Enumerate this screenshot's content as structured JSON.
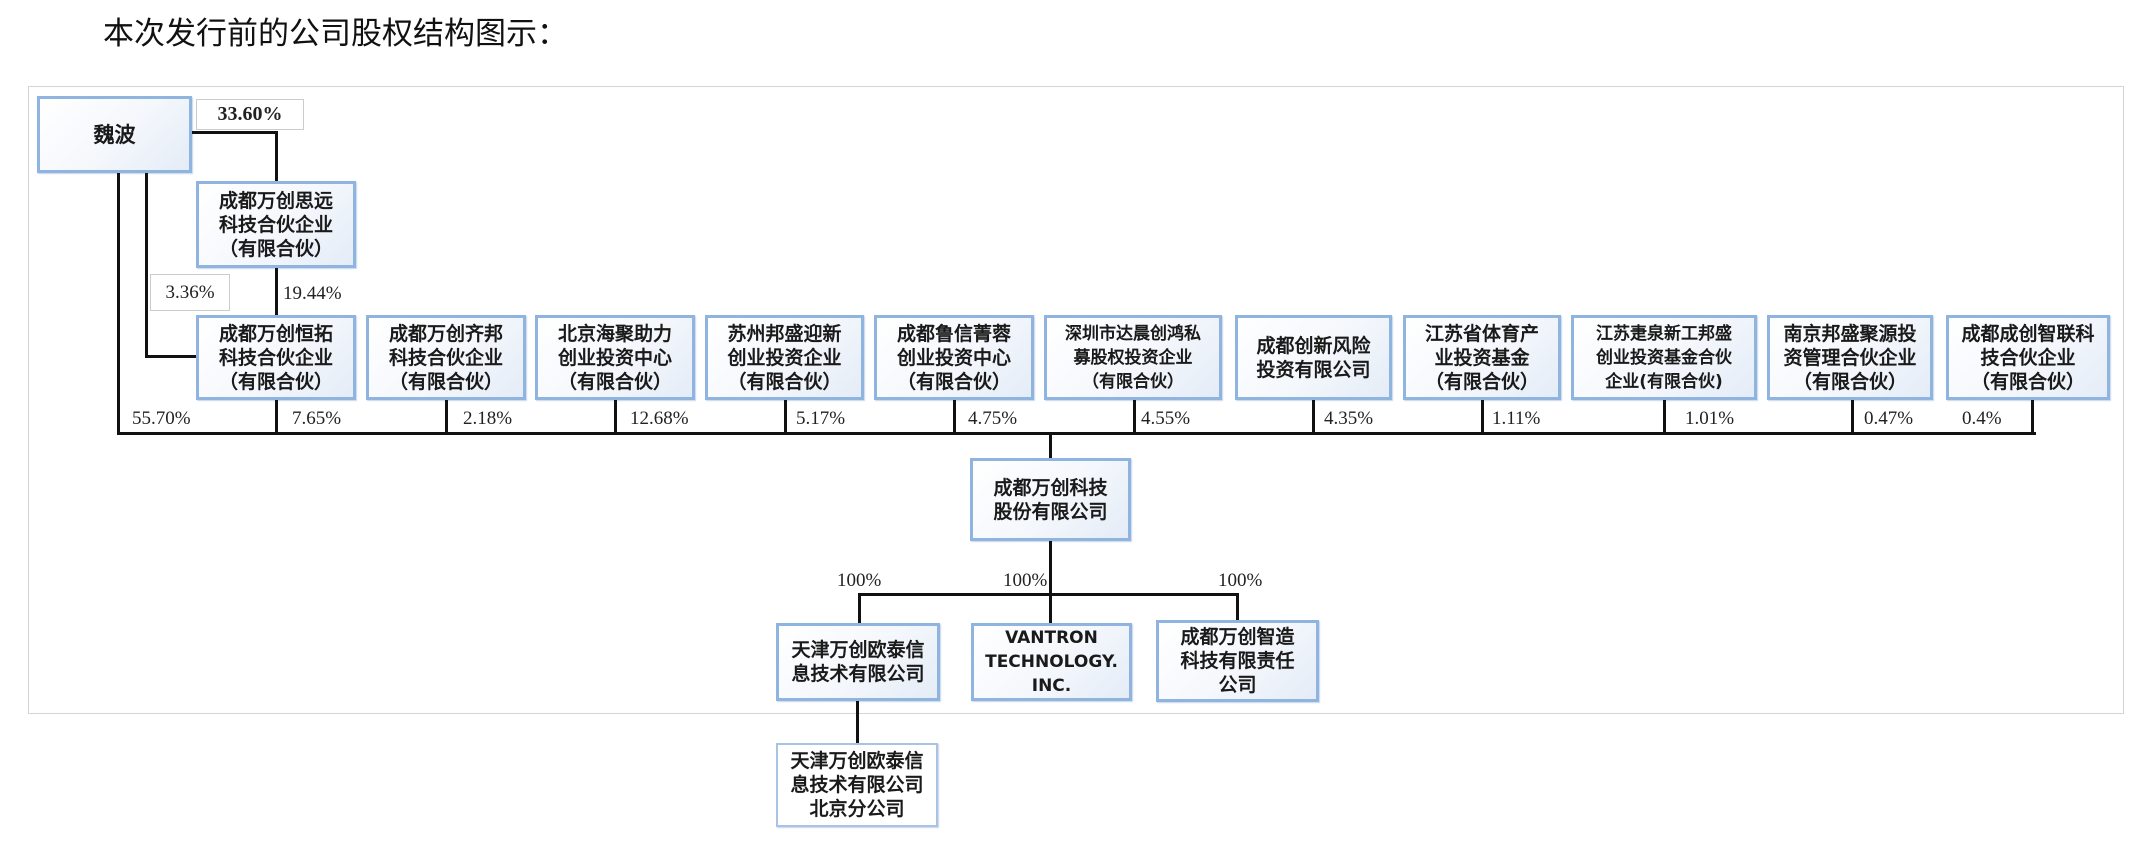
{
  "title": "本次发行前的公司股权结构图示：",
  "founder": {
    "name": "魏波",
    "pct_to_siyuan": "33.60%",
    "pct_to_hengtuo": "3.36%",
    "pct_direct": "55.70%"
  },
  "siyuan": {
    "name": "成都万创思远\n科技合伙企业\n（有限合伙）",
    "pct_to_hengtuo": "19.44%"
  },
  "shareholders": [
    {
      "name": "成都万创恒拓\n科技合伙企业\n（有限合伙）",
      "pct": "7.65%"
    },
    {
      "name": "成都万创齐邦\n科技合伙企业\n（有限合伙）",
      "pct": "2.18%"
    },
    {
      "name": "北京海聚助力\n创业投资中心\n（有限合伙）",
      "pct": "12.68%"
    },
    {
      "name": "苏州邦盛迎新\n创业投资企业\n（有限合伙）",
      "pct": "5.17%"
    },
    {
      "name": "成都鲁信菁蓉\n创业投资中心\n（有限合伙）",
      "pct": "4.75%"
    },
    {
      "name": "深圳市达晨创鸿私\n募股权投资企业\n（有限合伙）",
      "pct": "4.55%"
    },
    {
      "name": "成都创新风险\n投资有限公司",
      "pct": "4.35%"
    },
    {
      "name": "江苏省体育产\n业投资基金\n（有限合伙）",
      "pct": "1.11%"
    },
    {
      "name": "江苏疌泉新工邦盛\n创业投资基金合伙\n企业(有限合伙)",
      "pct": "1.01%"
    },
    {
      "name": "南京邦盛聚源投\n资管理合伙企业\n（有限合伙）",
      "pct": "0.47%"
    },
    {
      "name": "成都成创智联科\n技合伙企业\n（有限合伙）",
      "pct": "0.4%"
    }
  ],
  "company": {
    "name": "成都万创科技\n股份有限公司"
  },
  "subsidiaries": [
    {
      "name": "天津万创欧泰信\n息技术有限公司",
      "pct": "100%"
    },
    {
      "name": "VANTRON\nTECHNOLOGY.\nINC.",
      "pct": "100%"
    },
    {
      "name": "成都万创智造\n科技有限责任\n公司",
      "pct": "100%"
    }
  ],
  "branch": {
    "name": "天津万创欧泰信\n息技术有限公司\n北京分公司"
  }
}
